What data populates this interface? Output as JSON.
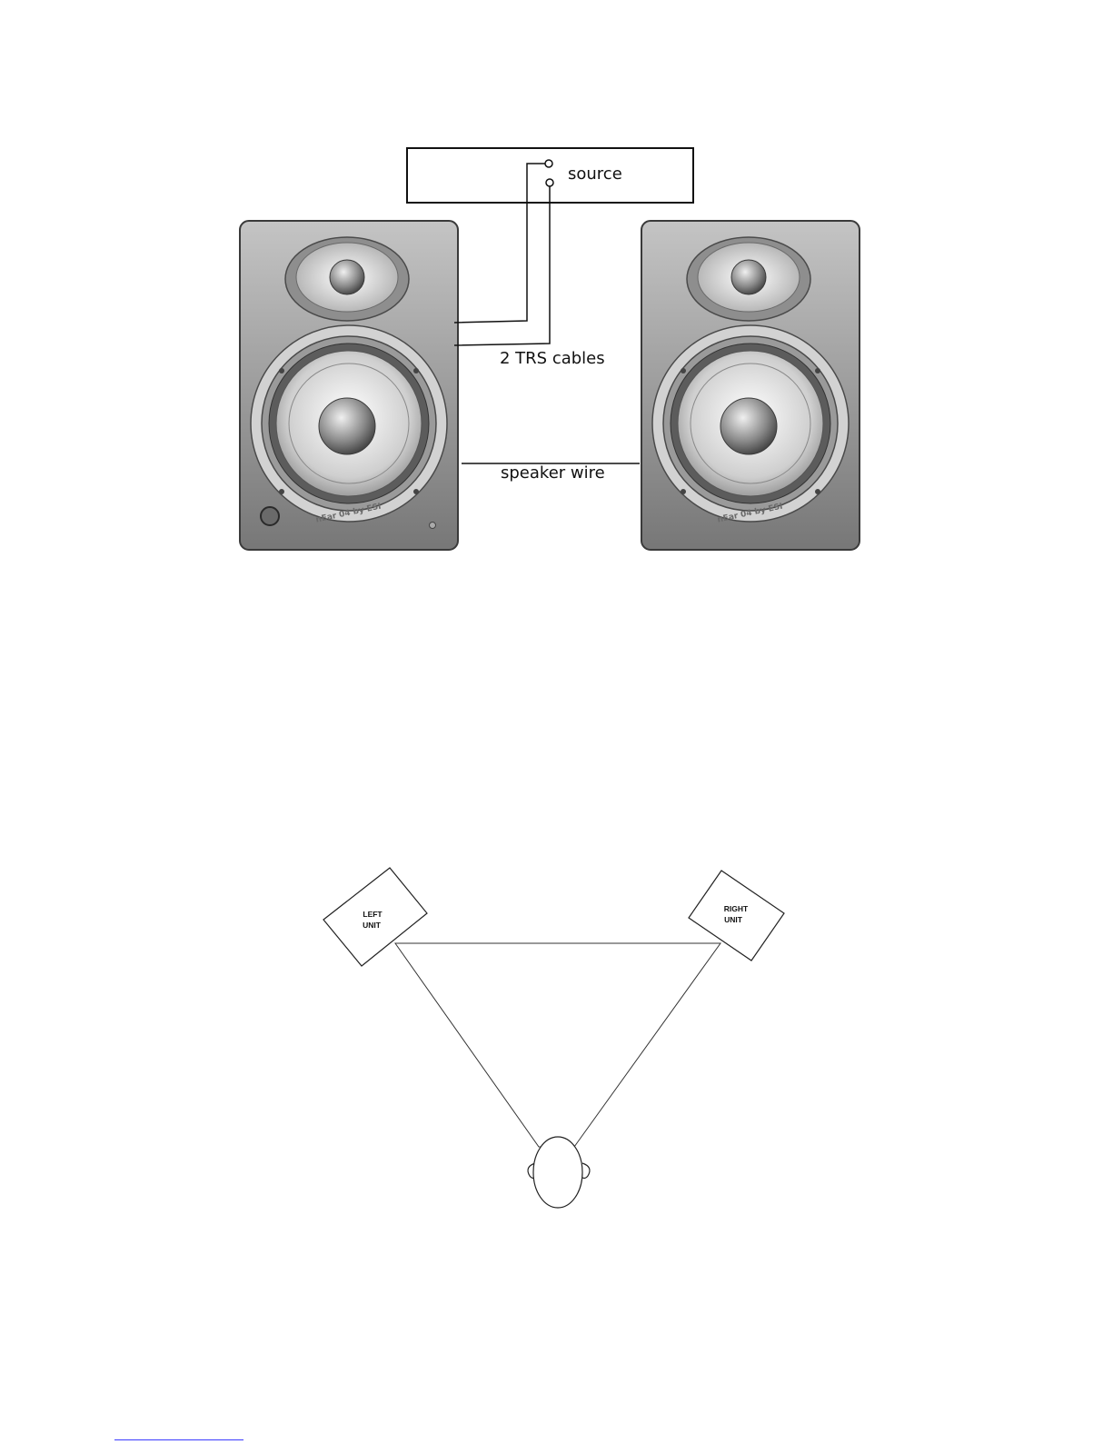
{
  "connection_diagram": {
    "source_label": "source",
    "trs_label": "2 TRS cables",
    "wire_label": "speaker wire",
    "speaker_brand": "nEar 04 by ESI"
  },
  "placement_diagram": {
    "left_unit": [
      "LEFT",
      "UNIT"
    ],
    "right_unit": [
      "RIGHT",
      "UNIT"
    ]
  }
}
